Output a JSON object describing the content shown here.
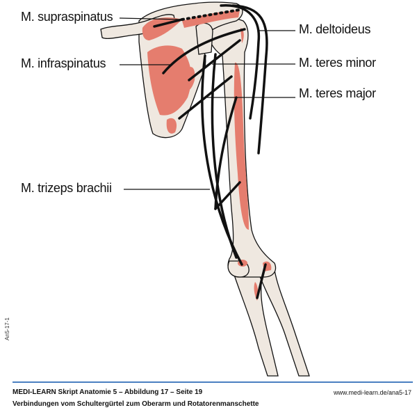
{
  "labels": {
    "supraspinatus": "M. supraspinatus",
    "infraspinatus": "M. infraspinatus",
    "trizeps": "M. trizeps brachii",
    "deltoideus": "M. deltoideus",
    "teres_minor": "M. teres minor",
    "teres_major": "M. teres major"
  },
  "side_code": "An5-17-1",
  "footer": {
    "title": "MEDI-LEARN Skript Anatomie 5 – Abbildung 17 – Seite 19",
    "url": "www.medi-learn.de/ana5-17",
    "caption": "Verbindungen vom Schultergürtel zum Oberarm und Rotatorenmanschette"
  },
  "colors": {
    "bone": "#efe8e0",
    "muscle": "#e57d6e",
    "line": "#111111",
    "rule": "#4a7fc1"
  }
}
